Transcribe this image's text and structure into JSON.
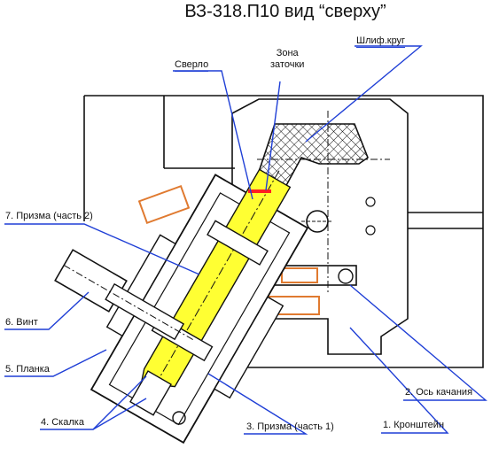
{
  "title": "ВЗ-318.П10 вид “сверху”",
  "callouts": {
    "sverlo": "Сверло",
    "zona": "Зона\nзаточки",
    "shlif": "Шлиф.круг",
    "prizma2": "7. Призма (часть 2)",
    "vint": "6. Винт",
    "planka": "5. Планка",
    "skalka": "4. Скалка",
    "prizma1": "3. Призма (часть 1)",
    "os": "2. Ось качания",
    "kronshtein": "1. Кронштейн"
  },
  "colors": {
    "leader": "#1f3fd6",
    "drill": "#ffff33",
    "sharpening_zone": "#ff2020",
    "screw_highlight": "#e07a30",
    "ink": "#111111"
  }
}
